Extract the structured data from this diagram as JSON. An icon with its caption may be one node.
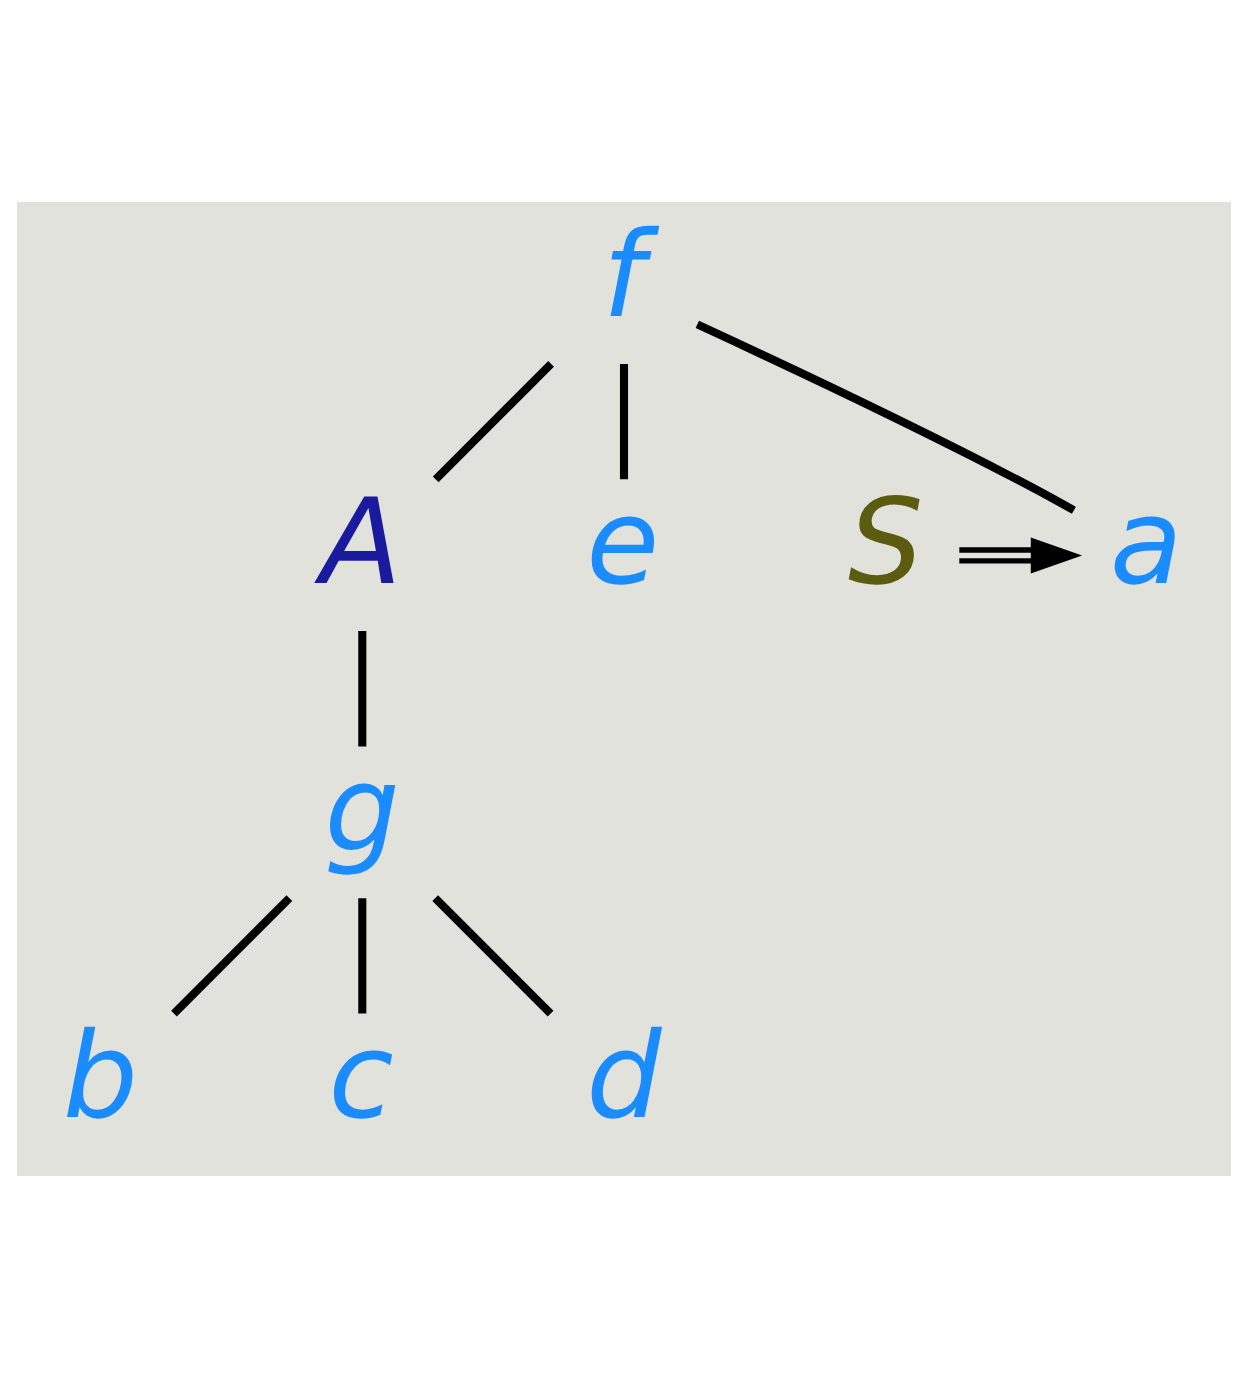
{
  "diagram": {
    "nodes": [
      {
        "text": [
          "f"
        ]
      },
      {
        "text": [
          "S"
        ]
      },
      {
        "text": [
          "a"
        ]
      },
      {
        "text": [
          "A"
        ]
      },
      {
        "text": [
          "e"
        ]
      },
      {
        "text": [
          "g"
        ]
      },
      {
        "text": [
          "b"
        ]
      },
      {
        "text": [
          "c"
        ]
      },
      {
        "text": [
          "d"
        ]
      }
    ],
    "edges": [
      {
        "from": 0,
        "to": 2,
        "arrow": "none"
      },
      {
        "from": 0,
        "to": 3,
        "arrow": "none"
      },
      {
        "from": 0,
        "to": 4,
        "arrow": "none"
      },
      {
        "from": 3,
        "to": 5,
        "arrow": "none"
      },
      {
        "from": 5,
        "to": 6,
        "arrow": "none"
      },
      {
        "from": 5,
        "to": 7,
        "arrow": "none"
      },
      {
        "from": 5,
        "to": 8,
        "arrow": "none"
      },
      {
        "from": 1,
        "to": 2,
        "arrow": "to"
      }
    ]
  }
}
